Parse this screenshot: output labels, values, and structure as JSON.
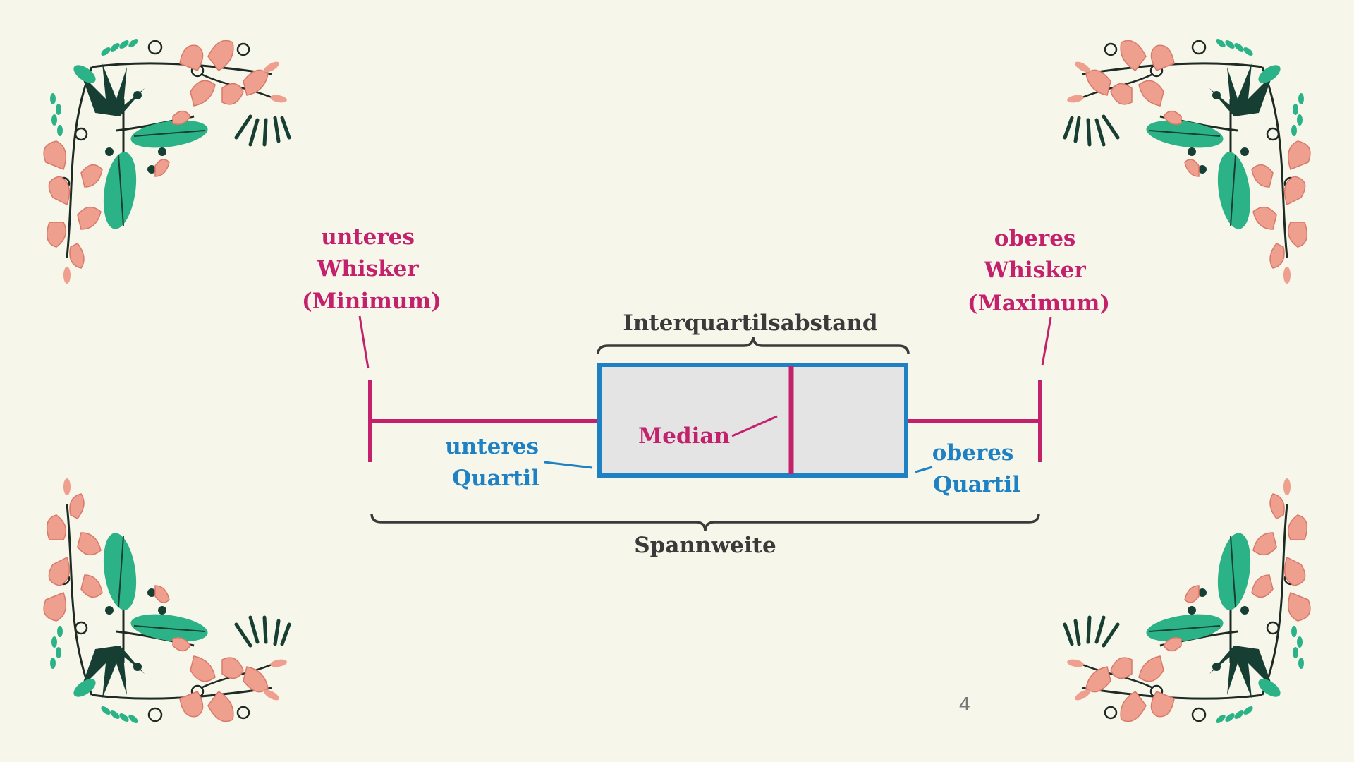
{
  "diagram": {
    "lower_whisker_label": [
      "unteres",
      "Whisker",
      "(Minimum)"
    ],
    "upper_whisker_label": [
      "oberes",
      "Whisker",
      "(Maximum)"
    ],
    "iqr_label": "Interquartilsabstand",
    "median_label": "Median",
    "lower_quartile_label": [
      "unteres",
      "Quartil"
    ],
    "upper_quartile_label": [
      "oberes",
      "Quartil"
    ],
    "range_label": "Spannweite"
  },
  "page_number": "4",
  "colors": {
    "background": "#f7f6ea",
    "whisker": "#c4216d",
    "box_border": "#1d81c4",
    "box_fill": "#e4e4e4",
    "brace": "#3a3a3a",
    "leaf_green": "#2bb387",
    "leaf_dark": "#173e32",
    "flower_pink": "#ef9f8e"
  },
  "decoration": {
    "corner_icons": [
      "floral-corner-top-left",
      "floral-corner-top-right",
      "floral-corner-bottom-left",
      "floral-corner-bottom-right"
    ]
  }
}
